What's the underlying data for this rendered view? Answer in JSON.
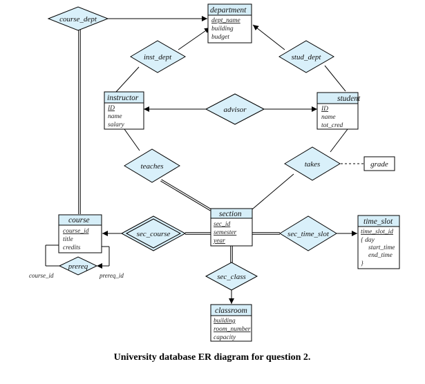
{
  "entities": {
    "department": {
      "name": "department",
      "attrs": [
        "dept_name",
        "building",
        "budget"
      ]
    },
    "instructor": {
      "name": "instructor",
      "attrs": [
        "ID",
        "name",
        "salary"
      ]
    },
    "student": {
      "name": "student",
      "attrs": [
        "ID",
        "name",
        "tot_cred"
      ]
    },
    "section": {
      "name": "section",
      "attrs": [
        "sec_id",
        "semester",
        "year"
      ]
    },
    "course": {
      "name": "course",
      "attrs": [
        "course_id",
        "title",
        "credits"
      ]
    },
    "time_slot": {
      "name": "time_slot",
      "attrs": [
        "time_slot_id",
        "{ day",
        "start_time",
        "end_time",
        "}"
      ]
    },
    "classroom": {
      "name": "classroom",
      "attrs": [
        "building",
        "room_number",
        "capacity"
      ]
    }
  },
  "relationships": {
    "course_dept": "course_dept",
    "inst_dept": "inst_dept",
    "stud_dept": "stud_dept",
    "advisor": "advisor",
    "teaches": "teaches",
    "takes": "takes",
    "sec_course": "sec_course",
    "sec_time_slot": "sec_time_slot",
    "sec_class": "sec_class",
    "prereq": "prereq"
  },
  "relationship_attribute": "grade",
  "roles": {
    "left": "course_id",
    "right": "prereq_id"
  },
  "caption": "University database ER diagram for question 2."
}
